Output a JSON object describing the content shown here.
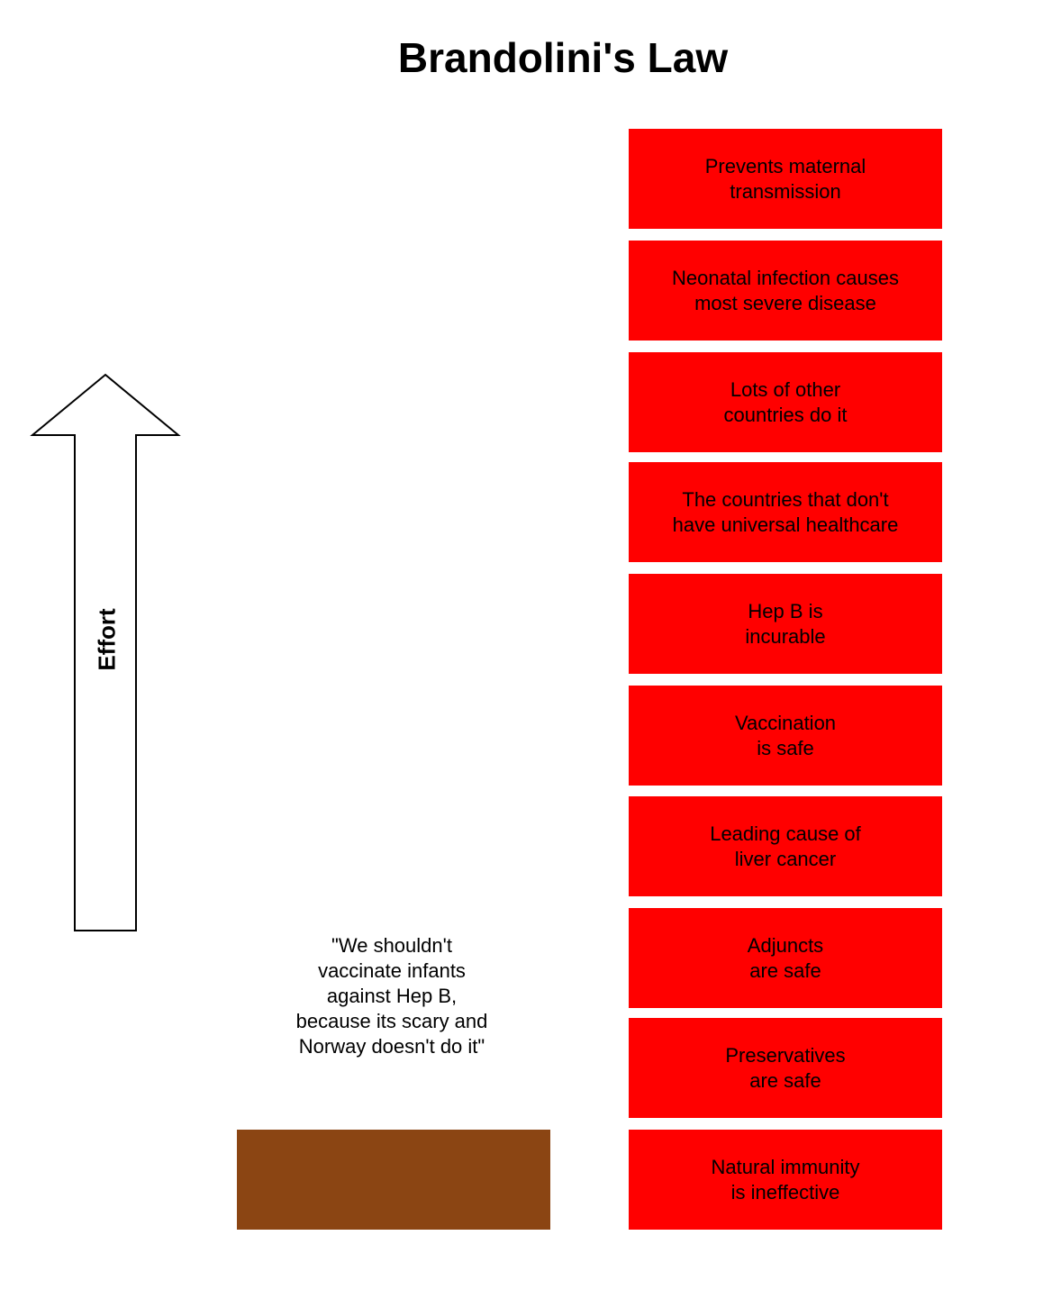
{
  "title": "Brandolini's Law",
  "effort_label": "Effort",
  "claim": {
    "lines": [
      "\"We shouldn't",
      "vaccinate infants",
      "against Hep B,",
      "because its scary and",
      "Norway doesn't do it\""
    ]
  },
  "rebuttals": [
    {
      "lines": [
        "Prevents maternal",
        "transmission"
      ]
    },
    {
      "lines": [
        "Neonatal infection causes",
        "most severe disease"
      ]
    },
    {
      "lines": [
        "Lots of other",
        "countries do it"
      ]
    },
    {
      "lines": [
        "The countries that don't",
        "have universal healthcare"
      ]
    },
    {
      "lines": [
        "Hep B is",
        "incurable"
      ]
    },
    {
      "lines": [
        "Vaccination",
        "is safe"
      ]
    },
    {
      "lines": [
        "Leading cause of",
        "liver cancer"
      ]
    },
    {
      "lines": [
        "Adjuncts",
        "are safe"
      ]
    },
    {
      "lines": [
        "Preservatives",
        "are safe"
      ]
    },
    {
      "lines": [
        "Natural immunity",
        "is ineffective"
      ]
    }
  ],
  "colors": {
    "rebuttal_fill": "#ff0000",
    "claim_fill": "#8B4513",
    "arrow_fill": "#ffffff",
    "arrow_stroke": "#000000"
  }
}
